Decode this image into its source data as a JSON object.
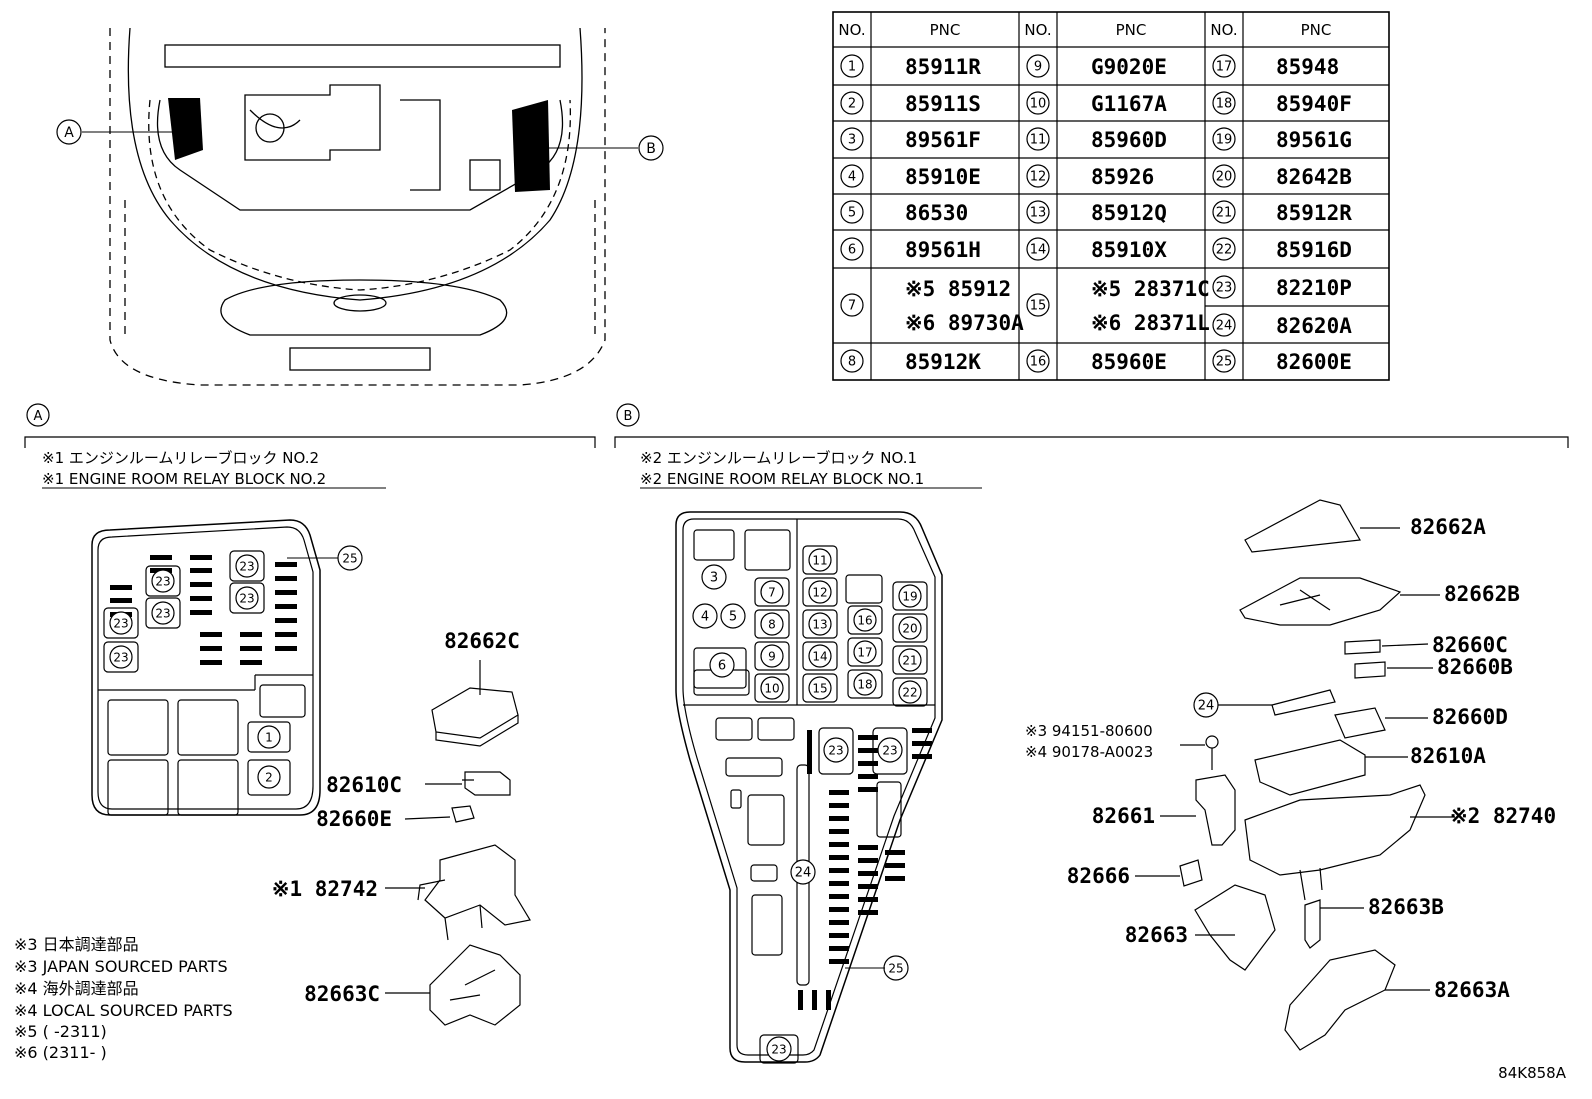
{
  "table": {
    "headers": [
      "NO.",
      "PNC"
    ],
    "rows": [
      [
        {
          "no": "1",
          "pnc": "85911R"
        },
        {
          "no": "9",
          "pnc": "G9020E"
        },
        {
          "no": "17",
          "pnc": "85948"
        }
      ],
      [
        {
          "no": "2",
          "pnc": "85911S"
        },
        {
          "no": "10",
          "pnc": "G1167A"
        },
        {
          "no": "18",
          "pnc": "85940F"
        }
      ],
      [
        {
          "no": "3",
          "pnc": "89561F"
        },
        {
          "no": "11",
          "pnc": "85960D"
        },
        {
          "no": "19",
          "pnc": "89561G"
        }
      ],
      [
        {
          "no": "4",
          "pnc": "85910E"
        },
        {
          "no": "12",
          "pnc": "85926"
        },
        {
          "no": "20",
          "pnc": "82642B"
        }
      ],
      [
        {
          "no": "5",
          "pnc": "86530"
        },
        {
          "no": "13",
          "pnc": "85912Q"
        },
        {
          "no": "21",
          "pnc": "85912R"
        }
      ],
      [
        {
          "no": "6",
          "pnc": "89561H"
        },
        {
          "no": "14",
          "pnc": "85910X"
        },
        {
          "no": "22",
          "pnc": "85916D"
        }
      ],
      [
        {
          "no": "7",
          "pnc": "※5 85912",
          "pnc2": "※6 89730A"
        },
        {
          "no": "15",
          "pnc": "※5 28371C",
          "pnc2": "※6 28371L"
        },
        {
          "no": "23",
          "pnc": "82210P",
          "no2": "24",
          "pnc3": "82620A"
        }
      ],
      [
        {
          "no": "8",
          "pnc": "85912K"
        },
        {
          "no": "16",
          "pnc": "85960E"
        },
        {
          "no": "25",
          "pnc": "82600E"
        }
      ]
    ]
  },
  "callouts": {
    "a": "A",
    "b": "B"
  },
  "section_a": {
    "label": "A",
    "title_jp": "※1 エンジンルームリレーブロック NO.2",
    "title_en": "※1 ENGINE ROOM RELAY BLOCK NO.2",
    "parts": [
      "82662C",
      "82610C",
      "82660E",
      "※1 82742",
      "82663C"
    ],
    "fuse_labels": [
      "23",
      "25",
      "1",
      "2"
    ]
  },
  "section_b": {
    "label": "B",
    "title_jp": "※2 エンジンルームリレーブロック NO.1",
    "title_en": "※2 ENGINE ROOM RELAY BLOCK NO.1",
    "parts": [
      "82662A",
      "82662B",
      "82660C",
      "82660B",
      "82660D",
      "82610A",
      "※2 82740",
      "82661",
      "82666",
      "82663B",
      "82663",
      "82663A"
    ],
    "bolt_1": "※3 94151-80600",
    "bolt_2": "※4 90178-A0023",
    "callout_24": "24",
    "fuse_labels": [
      "3",
      "4",
      "5",
      "6",
      "7",
      "8",
      "9",
      "10",
      "11",
      "12",
      "13",
      "14",
      "15",
      "16",
      "17",
      "18",
      "19",
      "20",
      "21",
      "22",
      "23",
      "24",
      "25"
    ]
  },
  "notes": [
    "※3 日本調達部品",
    "※3 JAPAN SOURCED PARTS",
    "※4 海外調達部品",
    "※4 LOCAL SOURCED PARTS",
    "※5 (        -2311)",
    "※6 (2311-        )"
  ],
  "figure_code": "84K858A"
}
